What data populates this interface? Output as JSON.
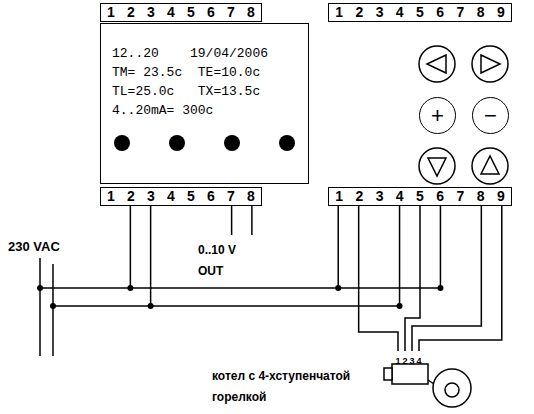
{
  "diagram": {
    "nodes": [
      {
        "text": [
          "1",
          "2",
          "3",
          "4",
          "5",
          "6",
          "7",
          "8"
        ]
      },
      {
        "text": [
          "1",
          "2",
          "3",
          "4",
          "5",
          "6",
          "7",
          "8",
          "9"
        ]
      },
      {
        "text": [
          "12..20    19/04/2006",
          "TM= 23.5c  TE=10.0c",
          "TL=25.0c   TX=13.5c",
          "4..20mA= 300c"
        ]
      },
      {
        "text": [
          "+"
        ]
      },
      {
        "text": [
          "−"
        ]
      },
      {
        "text": [
          "1",
          "2",
          "3",
          "4",
          "5",
          "6",
          "7",
          "8"
        ]
      },
      {
        "text": [
          "1",
          "2",
          "3",
          "4",
          "5",
          "6",
          "7",
          "8",
          "9"
        ]
      }
    ],
    "labels": [
      "230 VAC",
      "0..10 V OUT",
      "1",
      "2",
      "3",
      "4",
      "котел с 4-хступенчатой горелкой"
    ]
  }
}
